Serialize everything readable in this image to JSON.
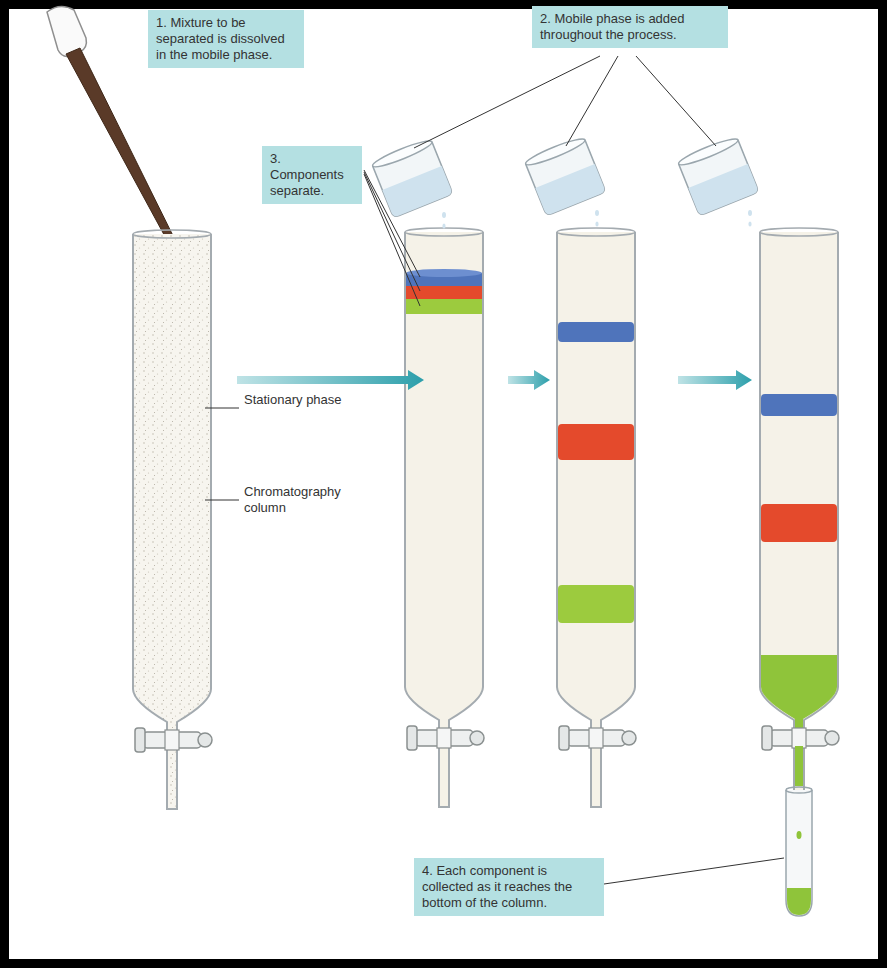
{
  "diagram": {
    "nodes": [
      {
        "text": [
          "1. Mixture to be separated is dissolved in the mobile phase."
        ]
      },
      {
        "text": [
          "2. Mobile phase is added throughout the process."
        ]
      },
      {
        "text": [
          "3. Components separate."
        ]
      },
      {
        "text": [
          "4. Each component is collected as it reaches the bottom of the column."
        ]
      }
    ],
    "labels": [
      "Stationary phase",
      "Chromatography column"
    ]
  }
}
